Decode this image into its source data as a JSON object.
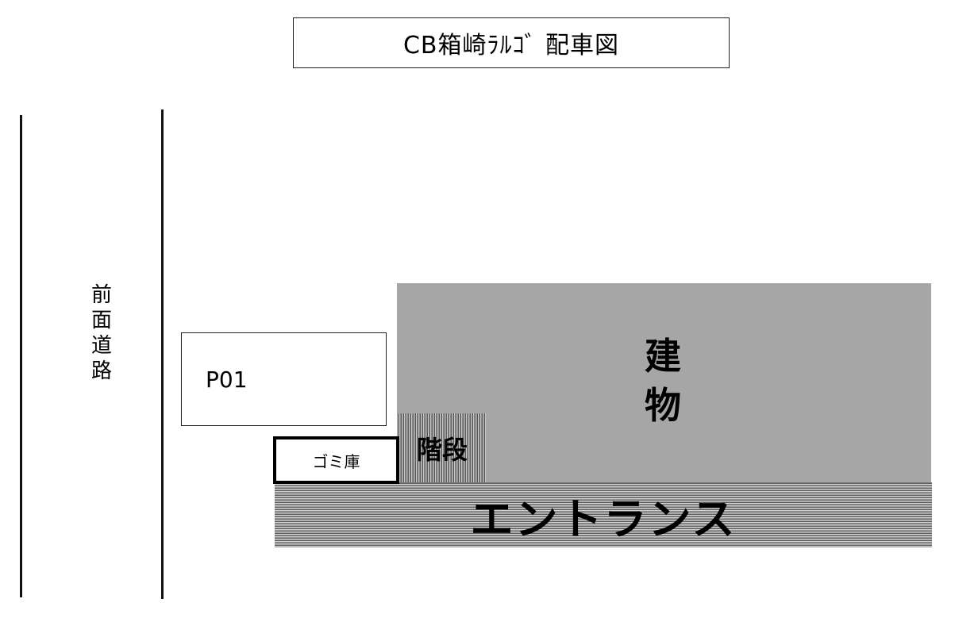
{
  "title": "CB箱崎ﾗﾙｺﾞ 配車図",
  "road": {
    "label_chars": [
      "前",
      "面",
      "道",
      "路"
    ],
    "label": "前面道路"
  },
  "building": {
    "label_chars": [
      "建",
      "物"
    ],
    "label": "建物",
    "color": "#a6a6a6"
  },
  "stairs": {
    "label": "階段"
  },
  "entrance": {
    "label": "エントランス"
  },
  "parking": {
    "spots": [
      {
        "id": "P01",
        "label": "P01"
      }
    ]
  },
  "garbage": {
    "label": "ゴミ庫"
  }
}
